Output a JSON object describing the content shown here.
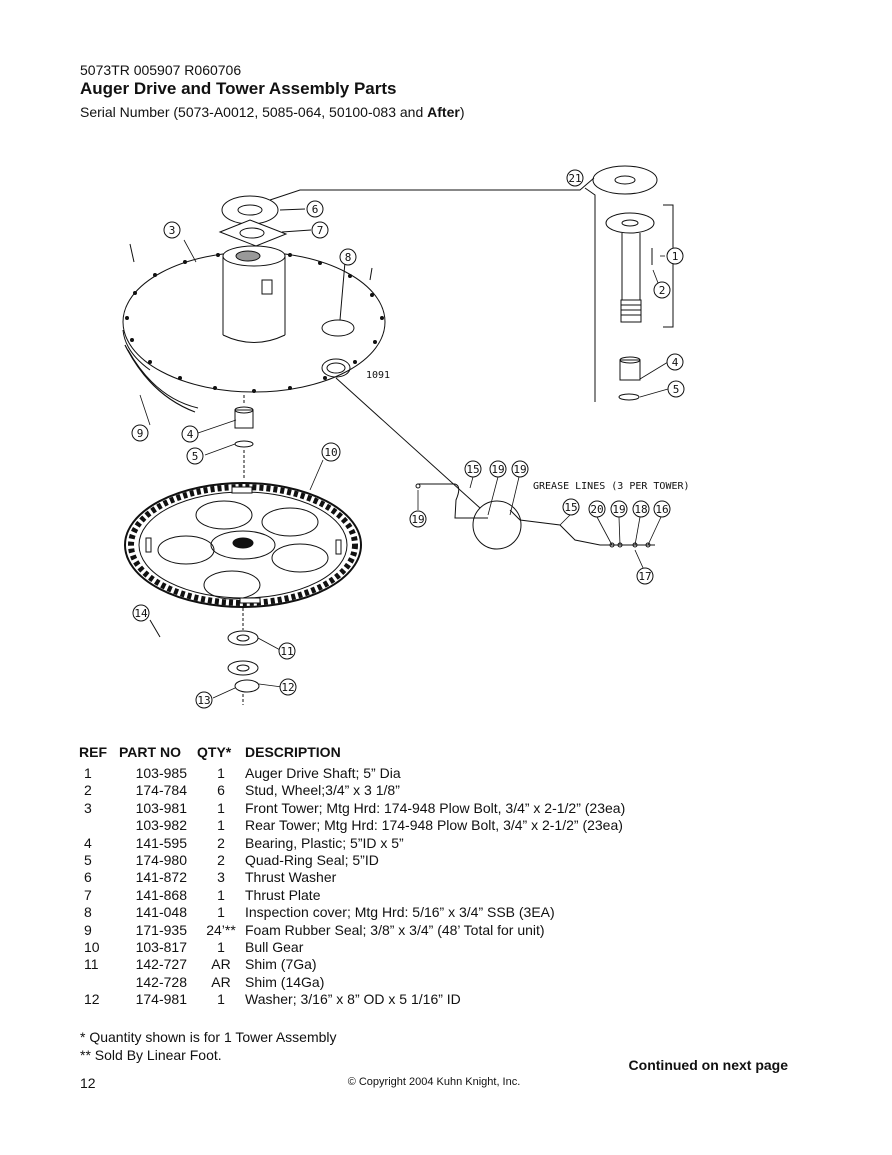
{
  "header": {
    "doc_code": "5073TR 005907 R060706",
    "title": "Auger Drive and Tower Assembly Parts",
    "serial_prefix": "Serial Number (5073-A0012, 5085-064, 50100-083 and ",
    "serial_bold": "After",
    "serial_suffix": ")"
  },
  "diagram": {
    "part_number_label": "1091",
    "grease_lines_label": "GREASE LINES (3 PER TOWER)",
    "callouts": [
      "1",
      "2",
      "3",
      "4",
      "5",
      "6",
      "7",
      "8",
      "9",
      "10",
      "11",
      "12",
      "13",
      "14",
      "15",
      "16",
      "17",
      "18",
      "19",
      "20",
      "21"
    ]
  },
  "table": {
    "headers": [
      "REF",
      "PART NO",
      "QTY*",
      "DESCRIPTION"
    ],
    "rows": [
      {
        "ref": "1",
        "part": "103-985",
        "qty": "1",
        "desc": "Auger Drive Shaft; 5” Dia"
      },
      {
        "ref": "2",
        "part": "174-784",
        "qty": "6",
        "desc": "Stud, Wheel;3/4” x 3 1/8”"
      },
      {
        "ref": "3",
        "part": "103-981",
        "qty": "1",
        "desc": "Front Tower; Mtg Hrd: 174-948 Plow Bolt, 3/4” x 2-1/2” (23ea)"
      },
      {
        "ref": "",
        "part": "103-982",
        "qty": "1",
        "desc": "Rear Tower; Mtg Hrd: 174-948 Plow Bolt, 3/4” x 2-1/2” (23ea)"
      },
      {
        "ref": "4",
        "part": "141-595",
        "qty": "2",
        "desc": "Bearing, Plastic; 5”ID x 5”"
      },
      {
        "ref": "5",
        "part": "174-980",
        "qty": "2",
        "desc": "Quad-Ring Seal; 5”ID"
      },
      {
        "ref": "6",
        "part": "141-872",
        "qty": "3",
        "desc": "Thrust Washer"
      },
      {
        "ref": "7",
        "part": "141-868",
        "qty": "1",
        "desc": "Thrust Plate"
      },
      {
        "ref": "8",
        "part": "141-048",
        "qty": "1",
        "desc": "Inspection cover; Mtg Hrd: 5/16” x 3/4” SSB (3EA)"
      },
      {
        "ref": "9",
        "part": "171-935",
        "qty": "24’**",
        "desc": "Foam Rubber Seal; 3/8” x 3/4” (48’ Total for unit)"
      },
      {
        "ref": "10",
        "part": "103-817",
        "qty": "1",
        "desc": "Bull Gear"
      },
      {
        "ref": "11",
        "part": "142-727",
        "qty": "AR",
        "desc": "Shim (7Ga)"
      },
      {
        "ref": "",
        "part": "142-728",
        "qty": "AR",
        "desc": "Shim (14Ga)"
      },
      {
        "ref": "12",
        "part": "174-981",
        "qty": "1",
        "desc": "Washer; 3/16” x 8” OD x 5 1/16” ID"
      }
    ]
  },
  "notes": {
    "note1": "* Quantity shown is for 1 Tower Assembly",
    "note2": "**  Sold By Linear Foot."
  },
  "footer": {
    "continued": "Continued on next page",
    "page_number": "12",
    "copyright": "© Copyright 2004 Kuhn Knight, Inc."
  }
}
